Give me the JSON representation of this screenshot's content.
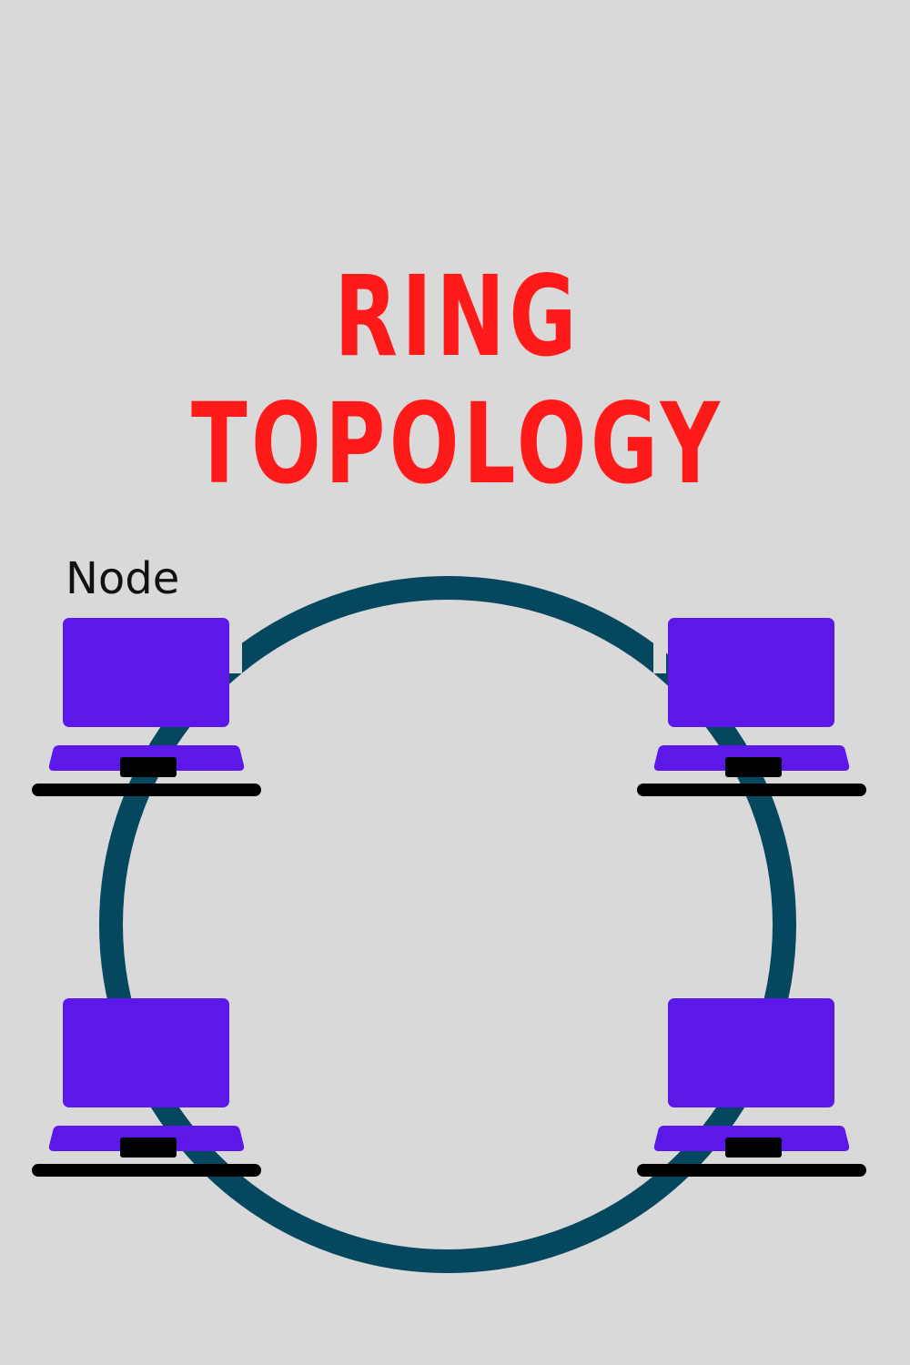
{
  "title": "RING TOPOLOGY",
  "node_label": "Node",
  "colors": {
    "background": "#d9d9d9",
    "title": "#ff1a1a",
    "ring": "#064760",
    "laptop_screen": "#5b18e8",
    "laptop_base": "#000000"
  },
  "nodes": [
    {
      "id": "top-left"
    },
    {
      "id": "top-right"
    },
    {
      "id": "bottom-left"
    },
    {
      "id": "bottom-right"
    }
  ]
}
